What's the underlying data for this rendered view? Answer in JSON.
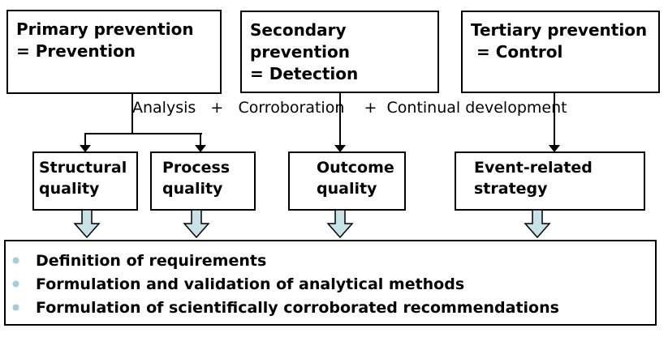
{
  "colors": {
    "background": "#ffffff",
    "box_border": "#000000",
    "text": "#000000",
    "thin_arrow": "#000000",
    "block_arrow_fill": "#c9e2e8",
    "block_arrow_outline": "#000000",
    "bullet_dot": "#a5cdd8"
  },
  "top_boxes": {
    "primary": {
      "text": "Primary prevention\n= Prevention"
    },
    "secondary": {
      "text": "Secondary prevention\n= Detection"
    },
    "tertiary": {
      "text": "Tertiary prevention\n = Control"
    }
  },
  "middle_label": "Analysis   +   Corroboration    +  Continual development",
  "quality_boxes": {
    "structural": {
      "text": "Structural\nquality"
    },
    "process": {
      "text": "Process\nquality"
    },
    "outcome": {
      "text": "Outcome\nquality"
    },
    "event": {
      "text": "Event-related\nstrategy"
    }
  },
  "bottom_box": {
    "bullets": [
      "Definition of requirements",
      "Formulation and validation of analytical methods",
      "Formulation of scientifically corroborated recommendations"
    ]
  }
}
